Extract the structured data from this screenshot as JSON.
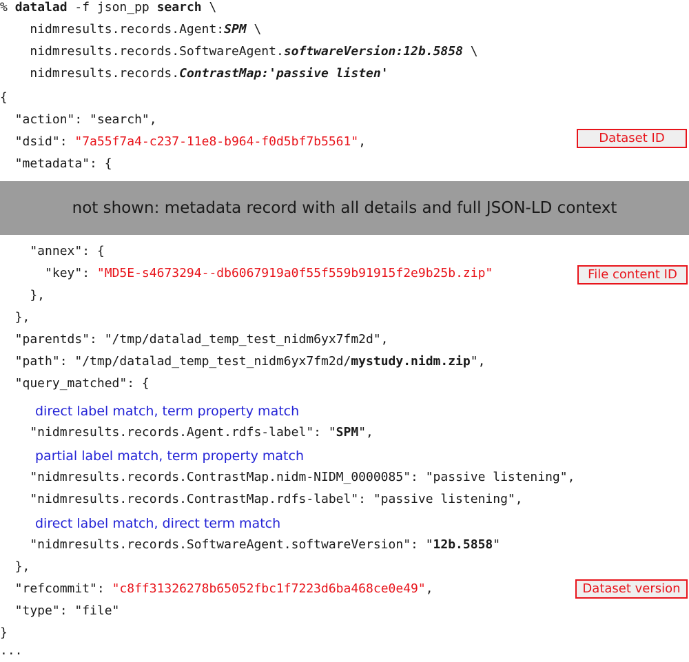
{
  "command": {
    "prompt": "% ",
    "program": "datalad",
    "option": " -f json_pp ",
    "subcommand": "search",
    "continuation": " \\",
    "indent": "    ",
    "lines": [
      {
        "prefix": "nidmresults.records.Agent:",
        "value": "SPM"
      },
      {
        "prefix": "nidmresults.records.SoftwareAgent.",
        "value": "softwareVersion:12b.5858"
      },
      {
        "prefix": "nidmresults.records.",
        "value": "ContrastMap:'passive listen'"
      }
    ]
  },
  "json": {
    "open_brace": "{",
    "action_line": "  \"action\": \"search\",",
    "dsid_key": "  \"dsid\": ",
    "dsid_value": "\"7a55f7a4-c237-11e8-b964-f0d5bf7b5561\"",
    "comma": ",",
    "metadata_line": "  \"metadata\": {",
    "annex_line": "    \"annex\": {",
    "key_key": "      \"key\": ",
    "key_value": "\"MD5E-s4673294--db6067919a0f55f559b91915f2e9b25b.zip\"",
    "annex_close": "    },",
    "metadata_close": "  },",
    "parentds_line": "  \"parentds\": \"/tmp/datalad_temp_test_nidm6yx7fm2d\",",
    "path_key": "  \"path\": \"/tmp/datalad_temp_test_nidm6yx7fm2d/",
    "path_file": "mystudy.nidm.zip",
    "path_end": "\",",
    "query_open": "  \"query_matched\": {",
    "matches": [
      {
        "key": "    \"nidmresults.records.Agent.rdfs-label\": \"",
        "value": "SPM",
        "end": "\","
      },
      {
        "line": "    \"nidmresults.records.ContrastMap.nidm-NIDM_0000085\": \"passive listening\","
      },
      {
        "line": "    \"nidmresults.records.ContrastMap.rdfs-label\": \"passive listening\","
      },
      {
        "key": "    \"nidmresults.records.SoftwareAgent.softwareVersion\": \"",
        "value": "12b.5858",
        "end": "\""
      }
    ],
    "query_close": "  },",
    "refcommit_key": "  \"refcommit\": ",
    "refcommit_value": "\"c8ff31326278b65052fbc1f7223d6ba468ce0e49\"",
    "type_line": "  \"type\": \"file\"",
    "close_brace": "}",
    "ellipsis": "..."
  },
  "notes": {
    "direct_label_property": "direct label match, term property match",
    "partial_label_property": "partial label match, term property match",
    "direct_label_term": "direct label match, direct term match"
  },
  "tags": {
    "dataset_id": "Dataset ID",
    "file_content_id": "File content ID",
    "dataset_version": "Dataset version"
  },
  "banner": "not shown: metadata record with all details and full JSON-LD context",
  "colors": {
    "highlight_red": "#e8141b",
    "annotation_blue": "#2323d6",
    "banner_gray": "#9c9c9c"
  }
}
